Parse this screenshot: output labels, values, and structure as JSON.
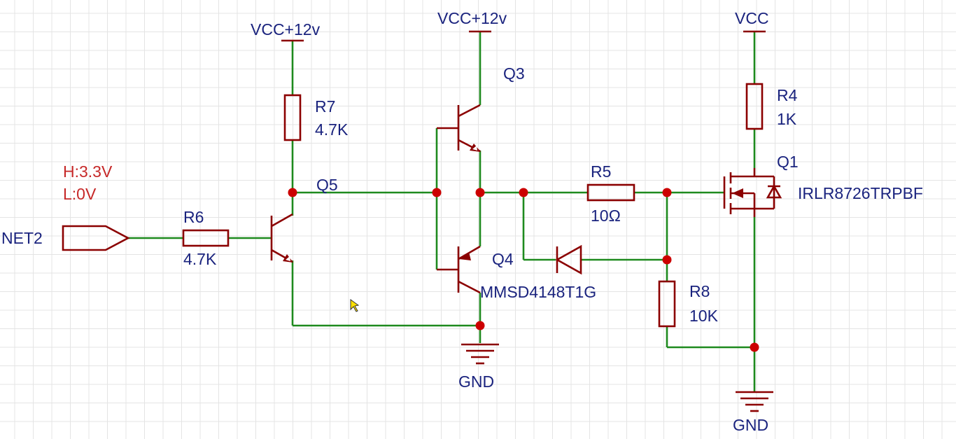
{
  "power": {
    "vcc12_left": "VCC+12v",
    "vcc12_mid": "VCC+12v",
    "vcc_right": "VCC",
    "gnd_mid": "GND",
    "gnd_right": "GND"
  },
  "input": {
    "net_label": "NET2",
    "level_high": "H:3.3V",
    "level_low": "L:0V"
  },
  "components": {
    "r6": {
      "ref": "R6",
      "value": "4.7K"
    },
    "r7": {
      "ref": "R7",
      "value": "4.7K"
    },
    "r5": {
      "ref": "R5",
      "value": "10Ω"
    },
    "r8": {
      "ref": "R8",
      "value": "10K"
    },
    "r4": {
      "ref": "R4",
      "value": "1K"
    },
    "q5": {
      "ref": "Q5"
    },
    "q3": {
      "ref": "Q3"
    },
    "q4": {
      "ref": "Q4"
    },
    "q1": {
      "ref": "Q1",
      "part": "IRLR8726TRPBF"
    },
    "d1": {
      "part": "MMSD4148T1G"
    }
  },
  "colors": {
    "wire": "#1e8a1e",
    "component": "#8b0000",
    "junction": "#cc0000",
    "label": "#1a237e",
    "annotation": "#c62828"
  }
}
